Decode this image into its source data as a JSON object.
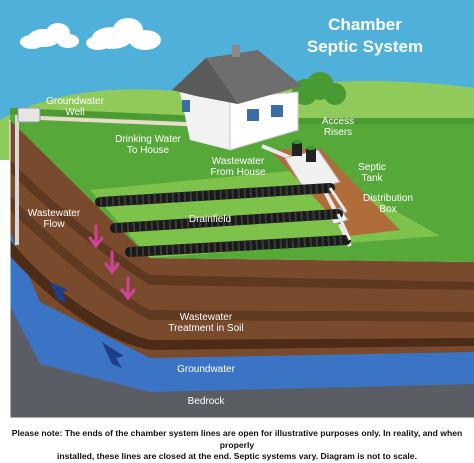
{
  "title": {
    "line1": "Chamber",
    "line2": "Septic System"
  },
  "labels": {
    "groundwater_well": [
      "Groundwater",
      "Well"
    ],
    "drinking_water": [
      "Drinking Water",
      "To House"
    ],
    "access_risers": [
      "Access",
      "Risers"
    ],
    "wastewater_from_house": [
      "Wastewater",
      "From House"
    ],
    "septic_tank": [
      "Septic",
      "Tank"
    ],
    "distribution_box": [
      "Distribution",
      "Box"
    ],
    "drainfield": "Drainfield",
    "wastewater_flow": [
      "Wastewater",
      "Flow"
    ],
    "wastewater_treatment": [
      "Wastewater",
      "Treatment in Soil"
    ],
    "groundwater": "Groundwater",
    "bedrock": "Bedrock"
  },
  "note": {
    "line1": "Please note: The ends of the chamber system lines are open for illustrative purposes only. In reality, and when properly",
    "line2": "installed, these lines are closed at the end. Septic systems vary. Diagram is not to scale."
  },
  "colors": {
    "sky": "#4fb0d9",
    "grass": "#56a839",
    "grass_light": "#7dc24a",
    "soil": "#7a4a2c",
    "soil_dark": "#4a2a18",
    "groundwater": "#2f6fc0",
    "bedrock": "#555a60",
    "arrow_pink": "#d0439a"
  }
}
